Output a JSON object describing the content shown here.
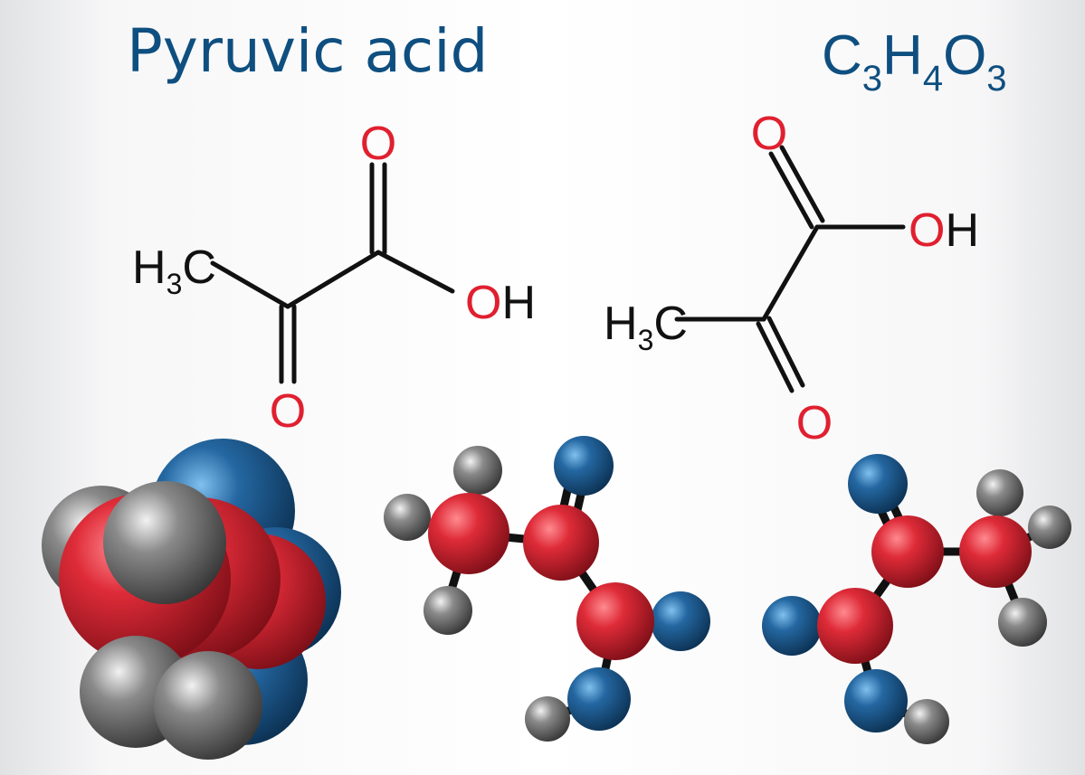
{
  "title": "Pyruvic acid",
  "formula": [
    {
      "t": "C",
      "sub": false
    },
    {
      "t": "3",
      "sub": true
    },
    {
      "t": "H",
      "sub": false
    },
    {
      "t": "4",
      "sub": true
    },
    {
      "t": "O",
      "sub": false
    },
    {
      "t": "3",
      "sub": true
    }
  ],
  "atom_labels": {
    "oxygen": "O",
    "hydroxyl": "OH",
    "methyl": "H",
    "methyl_sub": "3",
    "methyl_c": "C"
  },
  "colors": {
    "title": "#0f4f80",
    "oxygen_label": "#e0202f",
    "bond": "#111111",
    "carbon_atom": "#d42a36",
    "oxygen_atom": "#1f5e92",
    "hydrogen_atom": "#7a7a7a"
  }
}
